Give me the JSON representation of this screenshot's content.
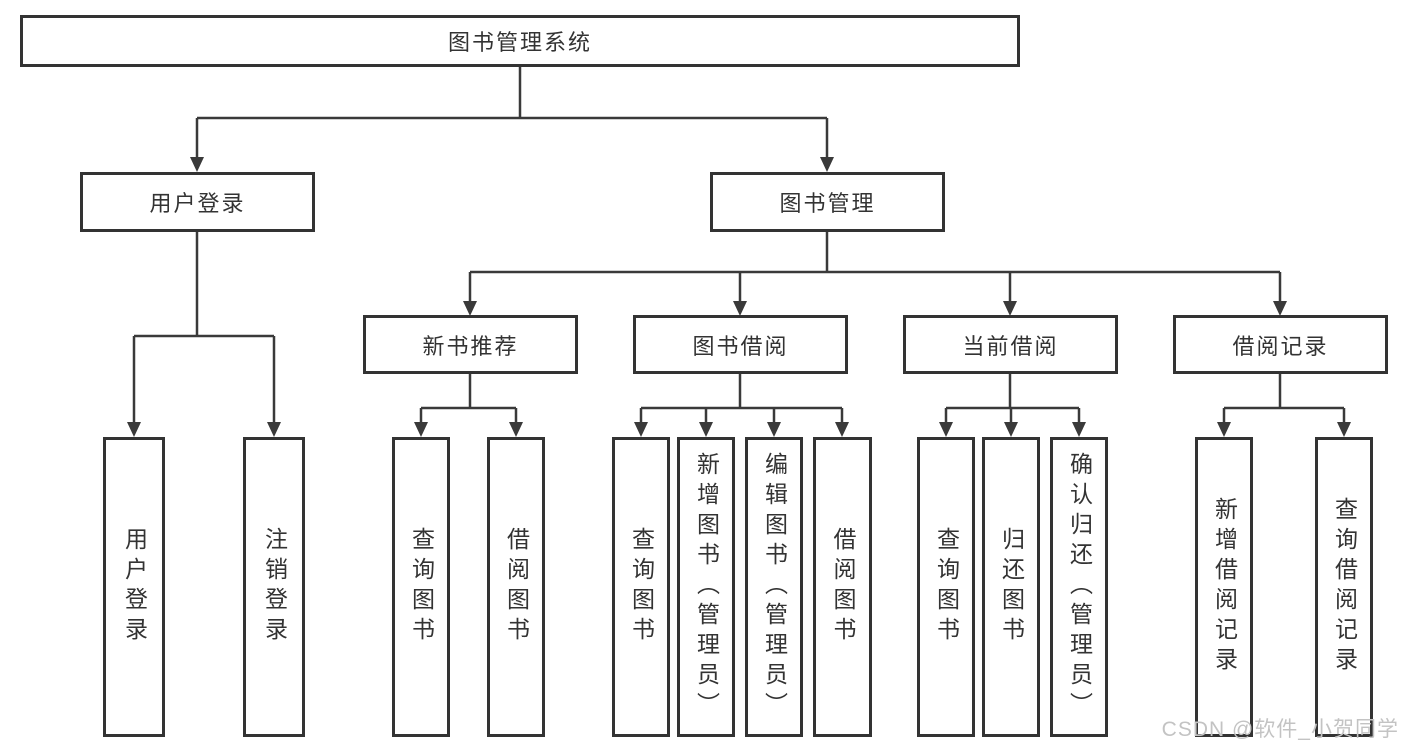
{
  "diagram": {
    "type": "hierarchy-tree",
    "orientation": "top-down",
    "line_color": "#3a3a3a",
    "box_border_color": "#333333",
    "text_color": "#333333",
    "background_color": "#ffffff"
  },
  "tree": {
    "label": "图书管理系统",
    "children": [
      {
        "label": "用户登录",
        "children": [
          {
            "label": "用户登录"
          },
          {
            "label": "注销登录"
          }
        ]
      },
      {
        "label": "图书管理",
        "children": [
          {
            "label": "新书推荐",
            "children": [
              {
                "label": "查询图书"
              },
              {
                "label": "借阅图书"
              }
            ]
          },
          {
            "label": "图书借阅",
            "children": [
              {
                "label": "查询图书"
              },
              {
                "label": "新增图书（管理员）"
              },
              {
                "label": "编辑图书（管理员）"
              },
              {
                "label": "借阅图书"
              }
            ]
          },
          {
            "label": "当前借阅",
            "children": [
              {
                "label": "查询图书"
              },
              {
                "label": "归还图书"
              },
              {
                "label": "确认归还（管理员）"
              }
            ]
          },
          {
            "label": "借阅记录",
            "children": [
              {
                "label": "新增借阅记录"
              },
              {
                "label": "查询借阅记录"
              }
            ]
          }
        ]
      }
    ]
  },
  "watermark": {
    "text": "CSDN @软件_小贺同学",
    "color": "#c3c3c3"
  }
}
